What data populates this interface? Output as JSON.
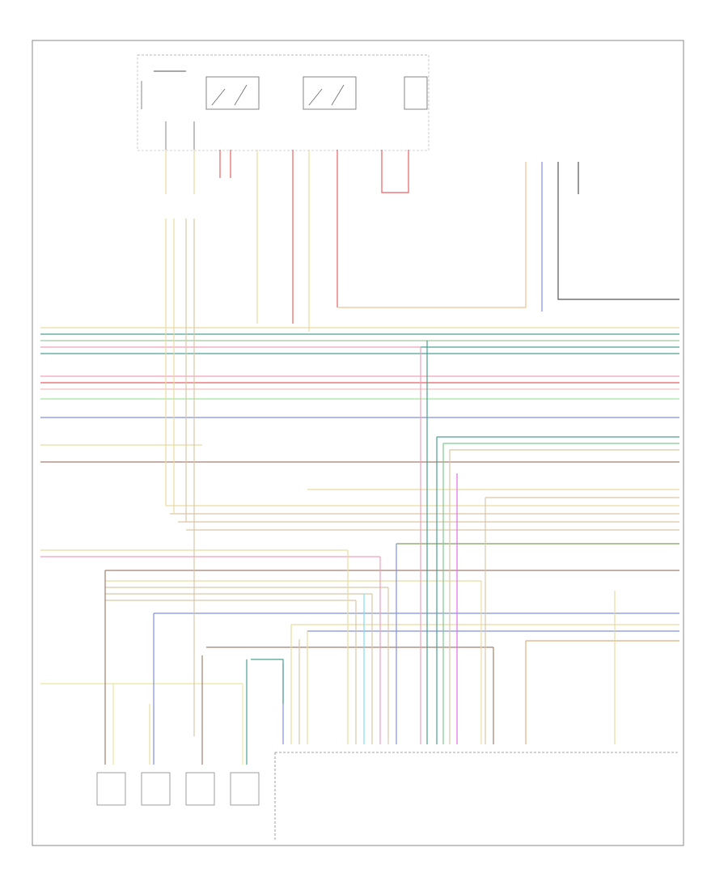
{
  "diagram": {
    "footer_code": "",
    "header_note": "",
    "module_label": ""
  },
  "colors": {
    "frame": "#888888",
    "wire_dark": "#555555",
    "wire_yellow": "#e8dca0",
    "wire_tan": "#d9c8a8",
    "wire_green": "#80c890",
    "wire_teal": "#4aa090",
    "wire_pink": "#f0a0b8",
    "wire_red": "#e86060",
    "wire_blue": "#8090e0",
    "wire_violet": "#e070e8",
    "wire_orange": "#f0c090",
    "wire_lightgreen": "#a0e8a0",
    "wire_brown": "#a08070",
    "wire_cyan": "#80e0e8"
  },
  "components": {
    "coils": [
      {
        "id": "coil-1",
        "label": ""
      },
      {
        "id": "coil-2",
        "label": ""
      },
      {
        "id": "coil-3",
        "label": ""
      },
      {
        "id": "coil-4",
        "label": ""
      }
    ],
    "relays": [
      {
        "id": "relay-1",
        "label": ""
      },
      {
        "id": "relay-2",
        "label": ""
      }
    ]
  }
}
